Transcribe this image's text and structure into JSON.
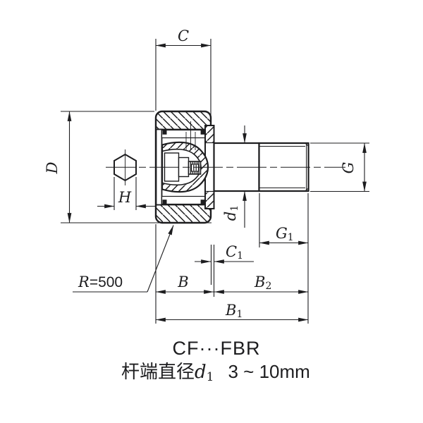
{
  "colors": {
    "ink": "#1d1d1f",
    "bg": "#ffffff"
  },
  "dimensions": {
    "c": "C",
    "d_outer": "D",
    "h": "H",
    "g": "G",
    "g1_base": "G",
    "g1_sub": "1",
    "c1_base": "C",
    "c1_sub": "1",
    "b": "B",
    "b2_base": "B",
    "b2_sub": "2",
    "b1_base": "B",
    "b1_sub": "1",
    "d1_base": "d",
    "d1_sub": "1"
  },
  "radius_note": {
    "r": "R",
    "value": "=500"
  },
  "caption": {
    "model": "CF···FBR",
    "line2_prefix": "杆端直径",
    "line2_var": "d",
    "line2_sub": "1",
    "line2_range": "3 ~ 10mm"
  }
}
